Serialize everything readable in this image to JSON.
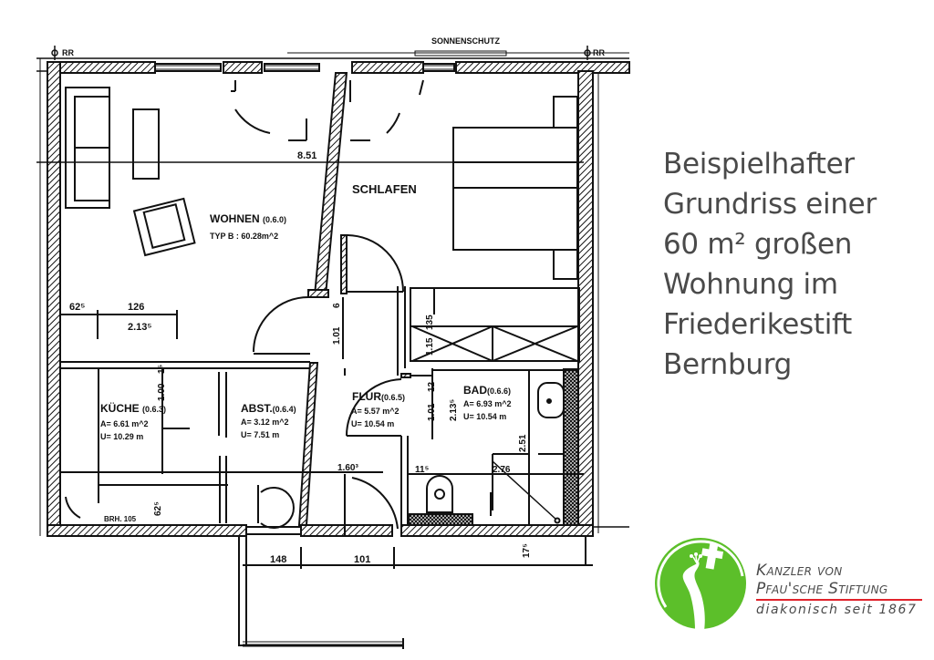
{
  "caption": {
    "lines": [
      "Beispielhafter",
      "Grundriss einer",
      "60 m² großen",
      "Wohnung im",
      "Friederikestift",
      "Bernburg"
    ]
  },
  "logo": {
    "line1": "Kanzler von",
    "line2": "Pfau'sche Stiftung",
    "line3": "diakonisch seit 1867",
    "brand_color": "#5cbf2a",
    "rule_color": "#e0232b",
    "icon": "peacock-cross-icon"
  },
  "floorplan": {
    "top_label": "SONNENSCHUTZ",
    "axis_left": "RR",
    "axis_right": "RR",
    "rooms": {
      "wohnen": {
        "name": "WOHNEN",
        "code": "(0.6.0)",
        "line2": "TYP B : 60.28m^2"
      },
      "schlafen": {
        "name": "SCHLAFEN"
      },
      "kueche": {
        "name": "KÜCHE",
        "code": "(0.6.3)",
        "area": "A= 6.61 m^2",
        "perimeter": "U= 10.29 m"
      },
      "abst": {
        "name": "ABST.",
        "code": "(0.6.4)",
        "area": "A= 3.12 m^2",
        "perimeter": "U= 7.51 m"
      },
      "flur": {
        "name": "FLUR",
        "code": "(0.6.5)",
        "area": "A= 5.57 m^2",
        "perimeter": "U= 10.54 m"
      },
      "bad": {
        "name": "BAD",
        "code": "(0.6.6)",
        "area": "A= 6.93 m^2",
        "perimeter": "U= 10.54 m"
      }
    },
    "dimensions": {
      "d851": "8.51",
      "d62_5": "62⁵",
      "d126": "126",
      "d213_5": "2.13⁵",
      "d101_door": "1.01",
      "d6": "6",
      "d135": "135",
      "d115": "1.15",
      "d100": "1.00",
      "d1_5": "1⁵",
      "d12": "12",
      "d101_flur": "1.01",
      "d213_bad": "2.13⁵",
      "d251": "2.51",
      "d276": "2.76",
      "d11_5": "11⁵",
      "d160": "1.60³",
      "d62_5b": "62⁵",
      "brh": "BRH. 105",
      "d148": "148",
      "d101_b": "101",
      "d17_5": "17⁵"
    }
  }
}
